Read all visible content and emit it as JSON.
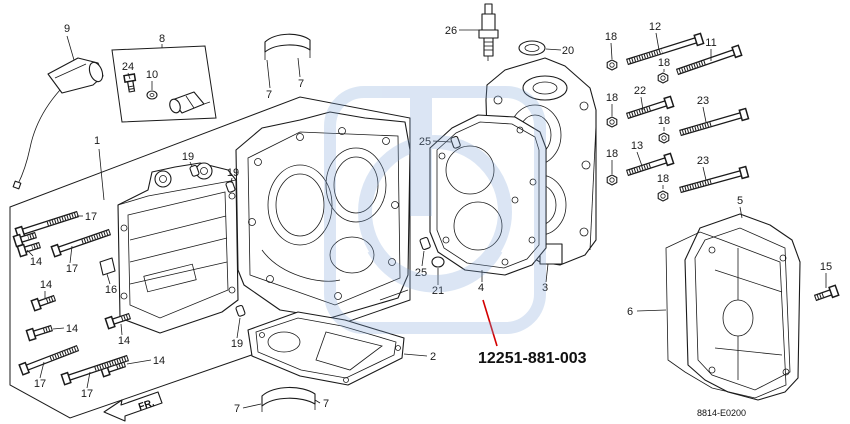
{
  "diagram": {
    "callouts": [
      "9",
      "8",
      "24",
      "10",
      "1",
      "7",
      "7",
      "19",
      "19",
      "17",
      "14",
      "17",
      "16",
      "14",
      "14",
      "14",
      "14",
      "17",
      "17",
      "19",
      "2",
      "7",
      "7",
      "26",
      "20",
      "25",
      "25",
      "21",
      "4",
      "3",
      "18",
      "12",
      "11",
      "18",
      "18",
      "22",
      "23",
      "18",
      "18",
      "13",
      "23",
      "18",
      "5",
      "15",
      "6"
    ],
    "part_number": "12251-881-003",
    "figure_code": "8814-E0200",
    "front_arrow_label": "FR."
  },
  "colors": {
    "line": "#1a1a1a",
    "highlight_leader": "#d40000",
    "watermark": "#7fa6d9",
    "background": "#ffffff"
  },
  "icons": {
    "front_arrow": "front-direction-arrow",
    "watermark": "watermark-logo"
  }
}
